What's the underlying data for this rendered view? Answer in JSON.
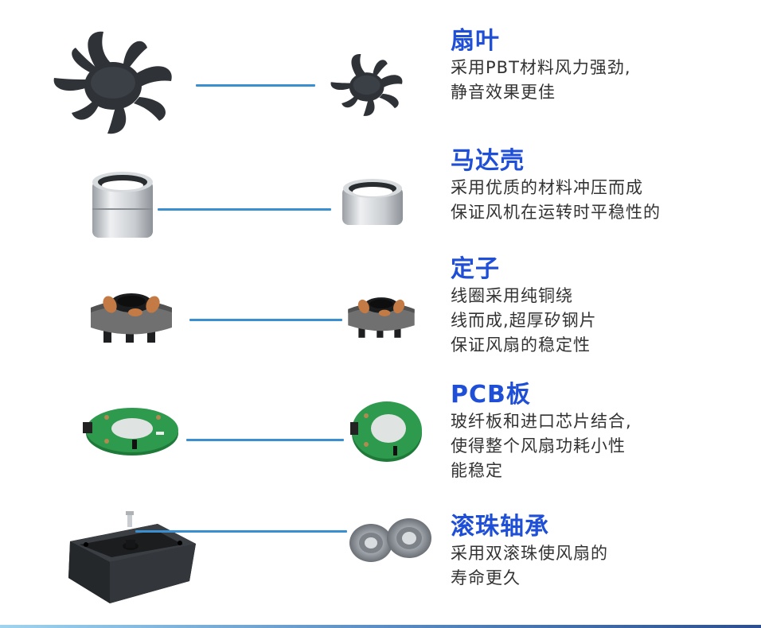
{
  "components": [
    {
      "id": "fan-blade",
      "title": "扇叶",
      "desc": [
        "采用PBT材料风力强劲,",
        "静音效果更佳"
      ],
      "left_icon": "fan-blade-large-icon",
      "right_icon": "fan-blade-small-icon"
    },
    {
      "id": "motor-housing",
      "title": "马达壳",
      "desc": [
        "采用优质的材料冲压而成",
        "保证风机在运转时平稳性的"
      ],
      "left_icon": "motor-housing-double-icon",
      "right_icon": "motor-housing-single-icon"
    },
    {
      "id": "stator",
      "title": "定子",
      "desc": [
        "线圈采用纯铜绕",
        "线而成,超厚矽钢片",
        "保证风扇的稳定性"
      ],
      "left_icon": "stator-icon",
      "right_icon": "stator-icon"
    },
    {
      "id": "pcb",
      "title": "PCB板",
      "desc": [
        "玻纤板和进口芯片结合,",
        "使得整个风扇功耗小性",
        "能稳定"
      ],
      "left_icon": "pcb-board-large-icon",
      "right_icon": "pcb-board-small-icon"
    },
    {
      "id": "ball-bearing",
      "title": "滚珠轴承",
      "desc": [
        "采用双滚珠使风扇的",
        "寿命更久"
      ],
      "left_icon": "fan-frame-icon",
      "right_icon": "ball-bearings-icon"
    }
  ],
  "colors": {
    "title": "#1f4fd6",
    "description": "#333333",
    "connector": "#3a8fd0",
    "background": "#ffffff"
  }
}
